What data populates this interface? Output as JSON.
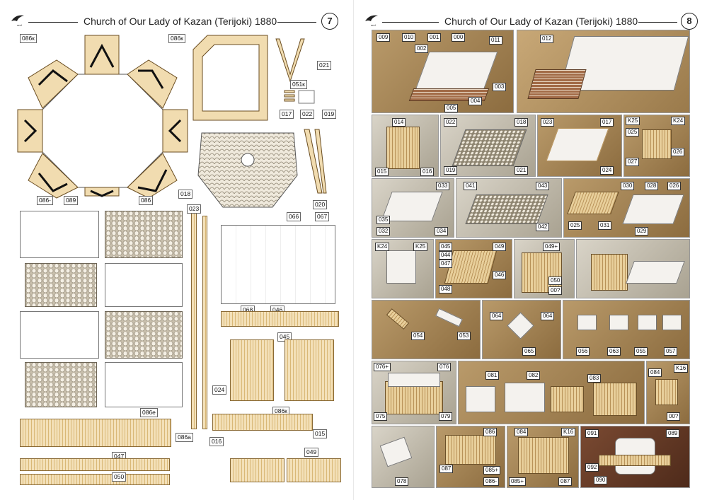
{
  "left_page": {
    "title": "Church of Our Lady of Kazan (Terijoki) 1880",
    "page_number": "7",
    "labels": [
      "086к",
      "086к",
      "021",
      "051к",
      "017",
      "022",
      "019",
      "018",
      "020",
      "086-",
      "089",
      "086",
      "023",
      "066",
      "067",
      "068",
      "046",
      "045",
      "024",
      "086е",
      "086к",
      "086а",
      "016",
      "015",
      "047",
      "049",
      "050"
    ]
  },
  "right_page": {
    "title": "Church of Our Lady of Kazan (Terijoki) 1880",
    "page_number": "8",
    "photos": [
      {
        "labels": [
          "009",
          "010",
          "001",
          "000",
          "011",
          "002",
          "003",
          "004",
          "005"
        ]
      },
      {
        "labels": [
          "012"
        ]
      },
      {
        "labels": [
          "014",
          "015",
          "016"
        ]
      },
      {
        "labels": [
          "022",
          "018",
          "019",
          "021"
        ]
      },
      {
        "labels": [
          "023",
          "017",
          "024"
        ]
      },
      {
        "labels": [
          "K25",
          "K24",
          "025",
          "026",
          "027"
        ]
      },
      {
        "labels": [
          "033",
          "035",
          "032",
          "034"
        ]
      },
      {
        "labels": [
          "041",
          "043",
          "042"
        ]
      },
      {
        "labels": [
          "030",
          "028",
          "026",
          "025",
          "031",
          "029"
        ]
      },
      {
        "labels": [
          "K24",
          "K25"
        ]
      },
      {
        "labels": [
          "045",
          "049",
          "044",
          "047",
          "046",
          "048"
        ]
      },
      {
        "labels": [
          "049+",
          "050",
          "00?"
        ]
      },
      {
        "labels": []
      },
      {
        "labels": [
          "054",
          "053"
        ]
      },
      {
        "labels": [
          "064",
          "064",
          "065"
        ]
      },
      {
        "labels": [
          "056",
          "063",
          "055",
          "057"
        ]
      },
      {
        "labels": [
          "076+",
          "076",
          "075",
          "079"
        ]
      },
      {
        "labels": [
          "081",
          "082",
          "083"
        ]
      },
      {
        "labels": [
          "084",
          "K16",
          "00?"
        ]
      },
      {
        "labels": [
          "078"
        ]
      },
      {
        "labels": [
          "086",
          "087",
          "085+",
          "086-"
        ]
      },
      {
        "labels": [
          "084",
          "K16",
          "085+",
          "087"
        ]
      },
      {
        "labels": [
          "091",
          "089",
          "092",
          "090"
        ]
      }
    ]
  },
  "icons": {
    "logo": "bird-logo-icon"
  }
}
